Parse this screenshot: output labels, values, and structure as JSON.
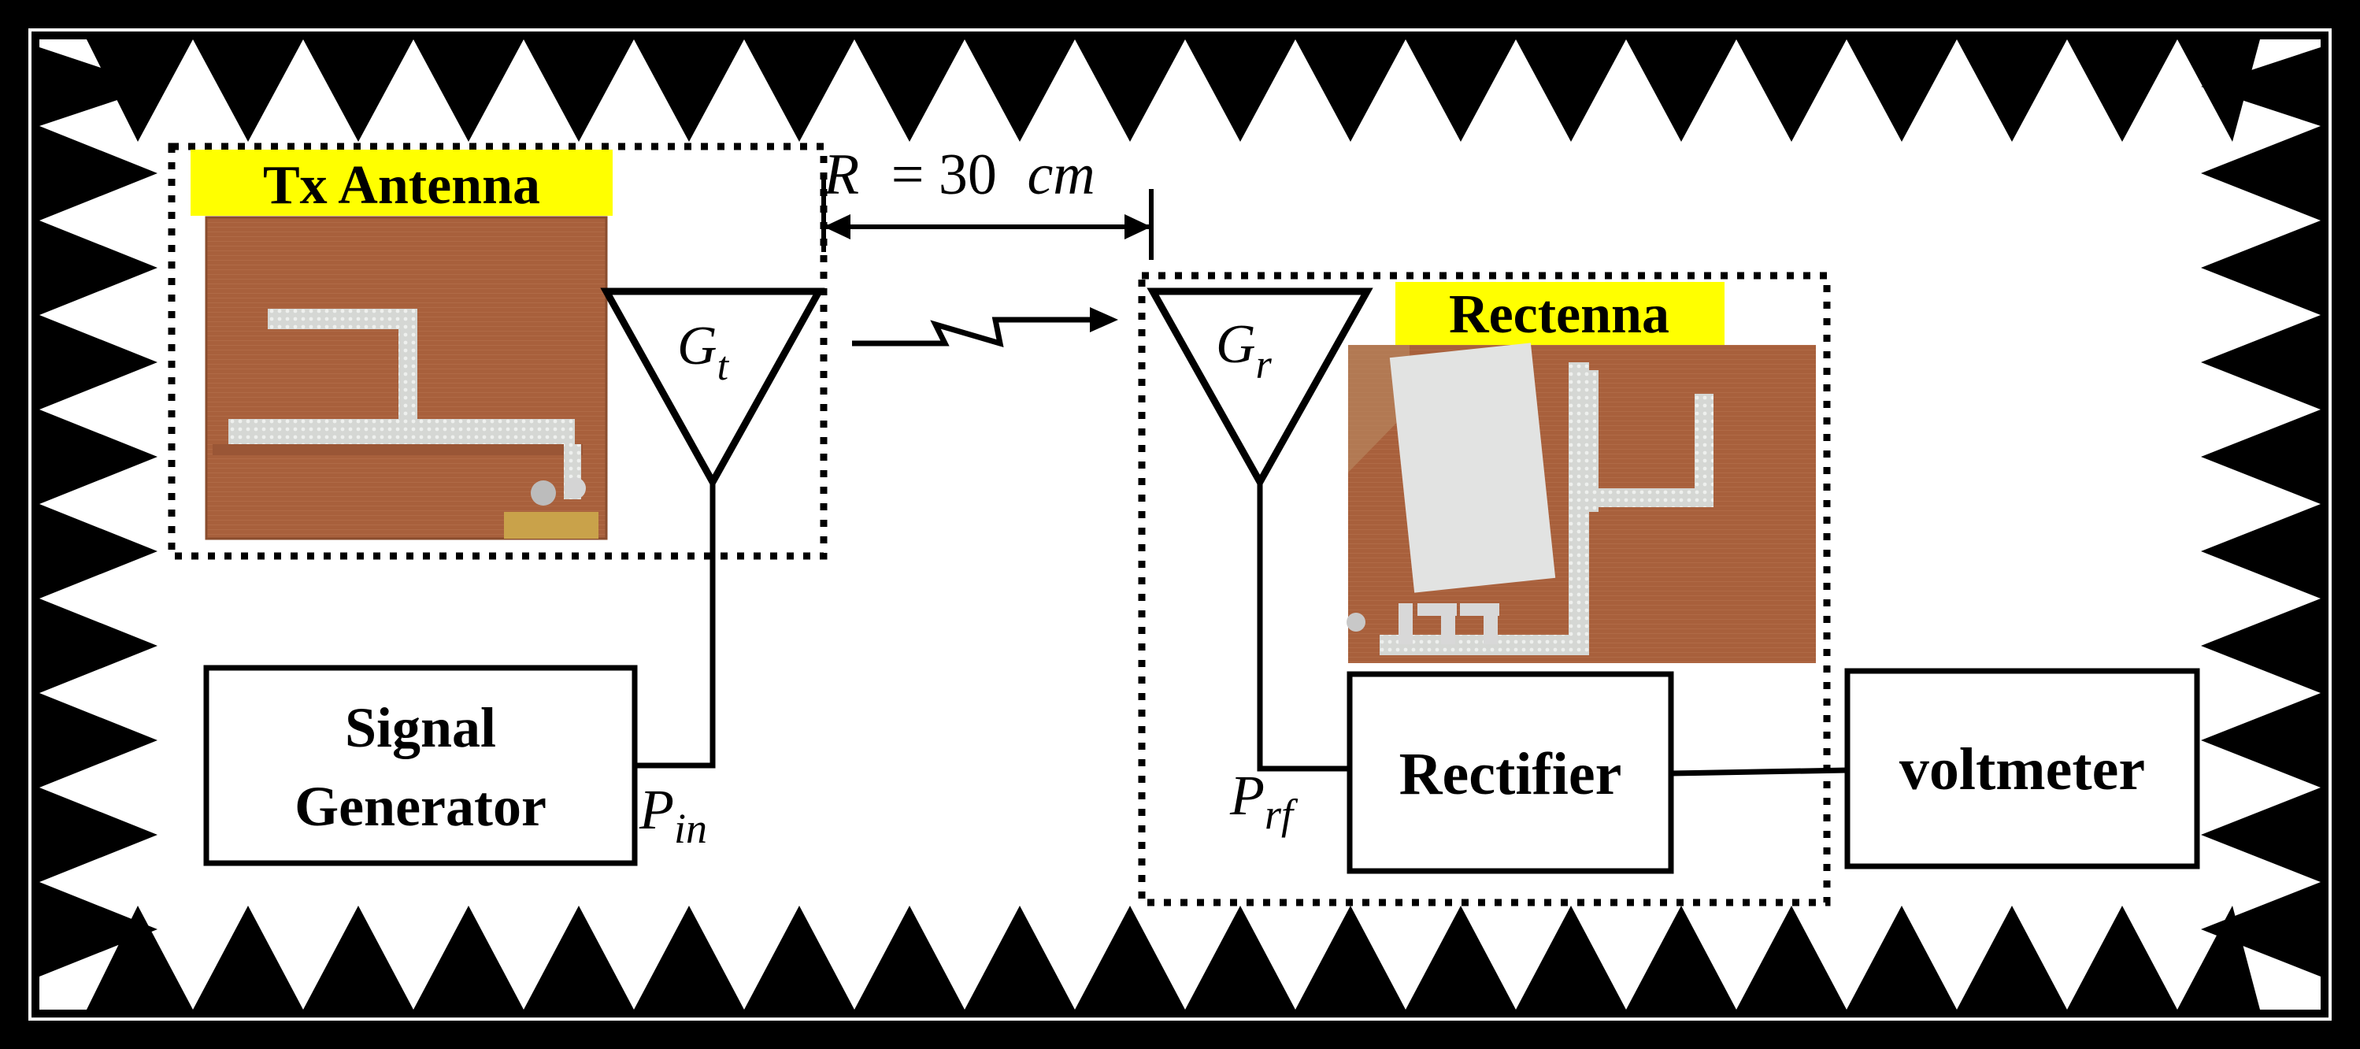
{
  "labels": {
    "tx_antenna": "Tx Antenna",
    "rectenna": "Rectenna",
    "distance_var": "R",
    "distance_eq": "= 30",
    "distance_unit": "cm",
    "tx_gain_var": "G",
    "tx_gain_sub": "t",
    "rx_gain_var": "G",
    "rx_gain_sub": "r",
    "signal_generator_line1": "Signal",
    "signal_generator_line2": "Generator",
    "pin_var": "P",
    "pin_sub": "in",
    "prf_var": "P",
    "prf_sub": "rf",
    "rectifier": "Rectifier",
    "voltmeter": "voltmeter"
  },
  "colors": {
    "label_highlight": "#ffff00",
    "copper": "#a8603c",
    "copper_dark": "#7e4426",
    "trace": "#d7d9d6",
    "absorber": "#000000"
  },
  "icons": {
    "tx_antenna_symbol": "triangle-antenna-icon",
    "rx_antenna_symbol": "triangle-antenna-icon",
    "wireless_link": "lightning-arrow-icon"
  }
}
